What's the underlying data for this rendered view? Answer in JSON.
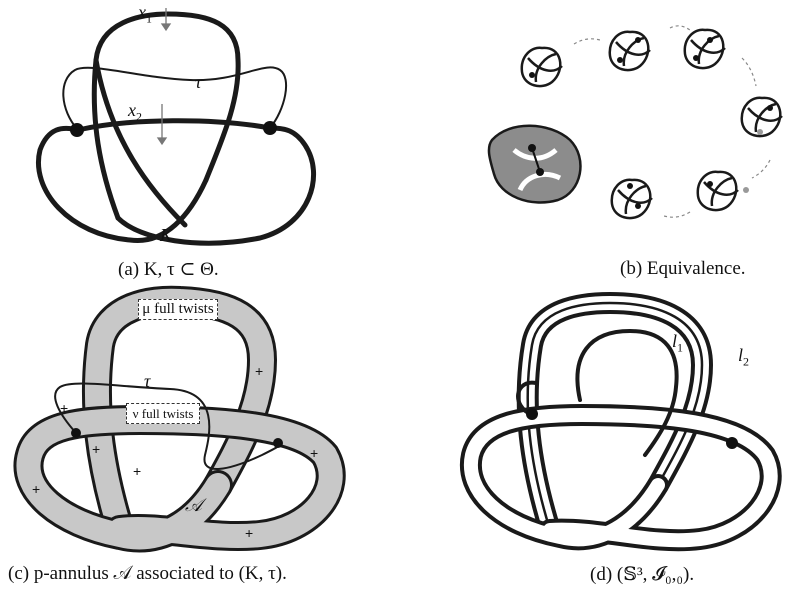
{
  "panels": {
    "a": {
      "caption": "(a) K, τ ⊂ Θ.",
      "labels": {
        "x1": "x",
        "x1_sub": "1",
        "x2": "x",
        "x2_sub": "2",
        "tau": "τ",
        "K": "K"
      }
    },
    "b": {
      "caption": "(b) Equivalence."
    },
    "c": {
      "caption": "(c) p-annulus 𝒜 associated to (K, τ).",
      "box_mu": "μ full twists",
      "box_nu": "ν full twists",
      "tau": "τ",
      "annulus": "𝒜",
      "plus": "+"
    },
    "d": {
      "caption": "(d) (𝕊³, 𝓘₀,₀).",
      "labels": {
        "l1": "l",
        "l1_sub": "1",
        "l2": "l",
        "l2_sub": "2"
      }
    }
  },
  "colors": {
    "stroke": "#1a1a1a",
    "gray": "#999999",
    "annulus_fill": "#c8c8c8",
    "shade": "#8c8c8c"
  }
}
